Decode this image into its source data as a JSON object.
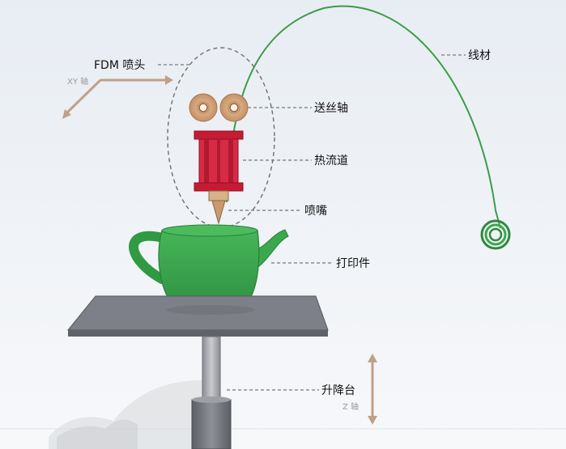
{
  "labels": {
    "fdm_nozzle": "FDM 喷头",
    "xy_axis": "XY 轴",
    "filament": "线材",
    "feed_roller": "送丝轴",
    "hot_runner": "热流道",
    "nozzle": "喷嘴",
    "print_part": "打印件",
    "lift_table": "升降台",
    "z_axis": "Z 轴"
  },
  "colors": {
    "background": "#eef2f7",
    "filament_green": "#3e9b48",
    "teapot_green": "#3aa84c",
    "hot_runner_red": "#d21f3c",
    "roller_tan": "#d5a57a",
    "axis_arrow": "#bfa088",
    "platform_gray": "#7d8088",
    "leader_line": "#777777"
  }
}
